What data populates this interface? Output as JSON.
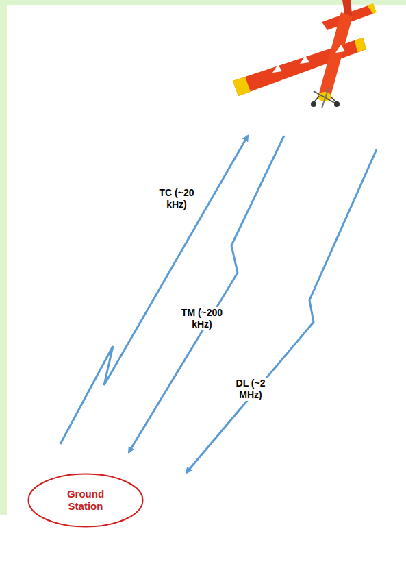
{
  "diagram": {
    "nodes": [
      {
        "text": [
          "Ground Station"
        ]
      }
    ],
    "labels": [
      "TC (~20 kHz)",
      "TM (~200 kHz)",
      "DL (~2 MHz)"
    ]
  }
}
